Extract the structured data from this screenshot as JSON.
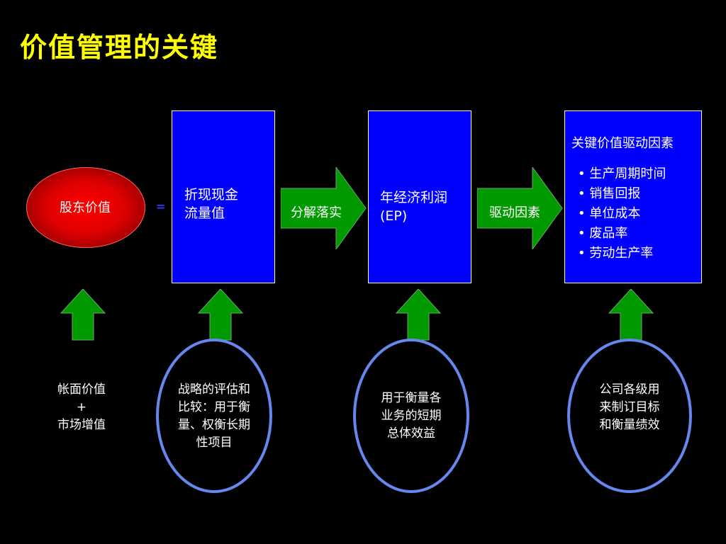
{
  "title": "价值管理的关键",
  "shareholder_value": "股东价值",
  "equals": "=",
  "boxes": {
    "dcf": "折现现金\n流量值",
    "ep": "年经济利润\n(EP)",
    "drivers_title": "关键价值驱动因素",
    "drivers": [
      "生产周期时间",
      "销售回报",
      "单位成本",
      "废品率",
      "劳动生产率"
    ]
  },
  "arrows": {
    "decompose": "分解落实",
    "drive": "驱动因素"
  },
  "bottom": {
    "book_value": "帐面价值\n+\n市场增值",
    "strategy": "战略的评估和\n比较：用于衡\n量、权衡长期\n性项目",
    "short_term": "用于衡量各\n业务的短期\n总体效益",
    "targets": "公司各级用\n来制订目标\n和衡量绩效"
  },
  "colors": {
    "title": "#ffff00",
    "box": "#0000ff",
    "arrow": "#009900",
    "oval_border": "#6688ee",
    "shareholder": "#ff0000"
  }
}
